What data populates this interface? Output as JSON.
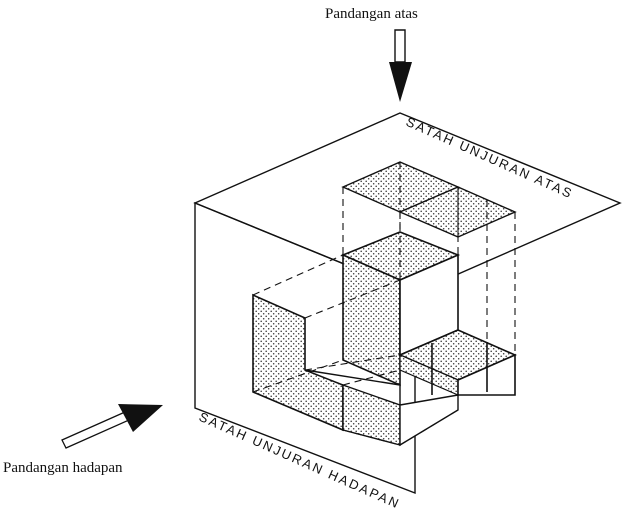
{
  "labels": {
    "top_view": "Pandangan atas",
    "front_view": "Pandangan hadapan",
    "top_plane": "SATAH UNJURAN ATAS",
    "front_plane": "SATAH UNJURAN HADAPAN"
  }
}
